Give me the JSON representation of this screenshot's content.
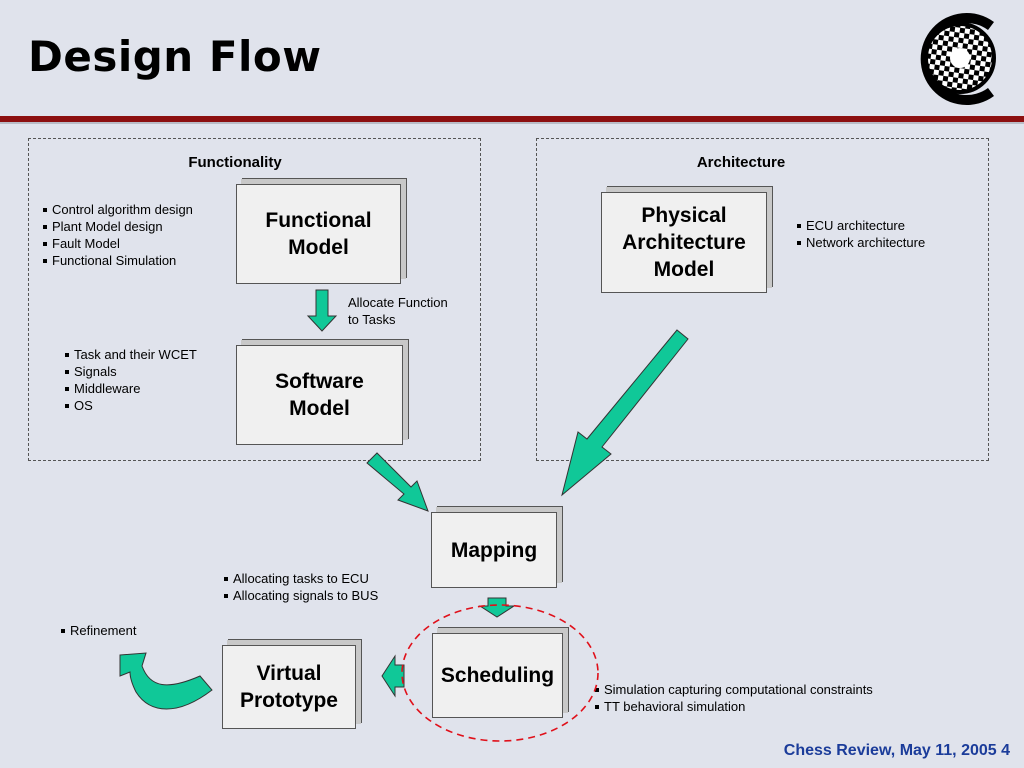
{
  "slide": {
    "title": "Design Flow",
    "footer": "Chess Review, May 11, 2005  4"
  },
  "colors": {
    "title_rule": "#8c0f10",
    "arrow_fill": "#10c898",
    "footer_text": "#1b3c9a",
    "ellipse": "#e0101a"
  },
  "logo": {
    "name": "chess-logo",
    "letter": "C"
  },
  "functionality": {
    "title": "Functionality",
    "functional_model": {
      "line1": "Functional",
      "line2": "Model"
    },
    "functional_bullets": [
      "Control algorithm design",
      "Plant Model design",
      "Fault Model",
      "Functional Simulation"
    ],
    "allocate_note": {
      "line1": "Allocate Function",
      "line2": "to Tasks"
    },
    "software_model": {
      "line1": "Software",
      "line2": "Model"
    },
    "software_bullets": [
      "Task and their WCET",
      "Signals",
      "Middleware",
      "OS"
    ]
  },
  "architecture": {
    "title": "Architecture",
    "physical_model": {
      "line1": "Physical",
      "line2": "Architecture",
      "line3": "Model"
    },
    "bullets": [
      "ECU architecture",
      "Network architecture"
    ]
  },
  "mapping": {
    "label": "Mapping",
    "bullets": [
      "Allocating tasks to ECU",
      "Allocating signals to BUS"
    ]
  },
  "scheduling": {
    "label": "Scheduling",
    "bullets": [
      "Simulation capturing computational constraints",
      "TT behavioral simulation"
    ]
  },
  "virtual_prototype": {
    "line1": "Virtual",
    "line2": "Prototype",
    "refinement": "Refinement"
  }
}
